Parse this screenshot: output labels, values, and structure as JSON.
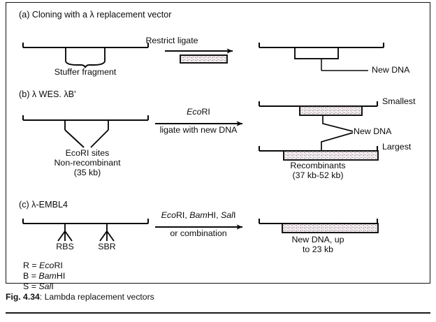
{
  "figure": {
    "caption_label": "Fig. 4.34",
    "caption_sep": ": ",
    "caption_text": "Lambda replacement vectors"
  },
  "sections": [
    {
      "id": "a",
      "heading": "(a) Cloning with a λ replacement vector",
      "arrow_label_top": "Restrict ligate",
      "left_labels": [
        "Stuffer fragment"
      ],
      "right_labels": [
        "New DNA"
      ]
    },
    {
      "id": "b",
      "heading": "(b) λ WES. λB'",
      "arrow_label_top": "EcoRI",
      "arrow_label_top_italic": "Eco",
      "arrow_label_top_rest": "RI",
      "arrow_label_bottom": "ligate with new DNA",
      "left_labels": [
        "EcoRI sites",
        "Non-recombinant",
        "(35 kb)"
      ],
      "right_labels": [
        "Smallest",
        "New DNA",
        "Largest",
        "Recombinants",
        "(37 kb-52 kb)"
      ]
    },
    {
      "id": "c",
      "heading": "(c) λ-EMBL4",
      "arrow_label_top": "EcoRI, BamHI, SalI",
      "arrow_label_bottom": "or combination",
      "site_markers": [
        "RBS",
        "SBR"
      ],
      "right_labels": [
        "New DNA, up",
        "to 23 kb"
      ]
    }
  ],
  "key": {
    "lines": [
      {
        "symbol": "R = ",
        "enzyme_italic": "Eco",
        "enzyme_rest": "RI"
      },
      {
        "symbol": "B = ",
        "enzyme_italic": "Bam",
        "enzyme_rest": "HI"
      },
      {
        "symbol": "S = ",
        "enzyme_italic": "Sal",
        "enzyme_rest": "I"
      }
    ]
  },
  "colors": {
    "ink": "#0a0a0a",
    "frame": "#111111",
    "insert_fill": "#f2eef0",
    "page": "#ffffff"
  }
}
